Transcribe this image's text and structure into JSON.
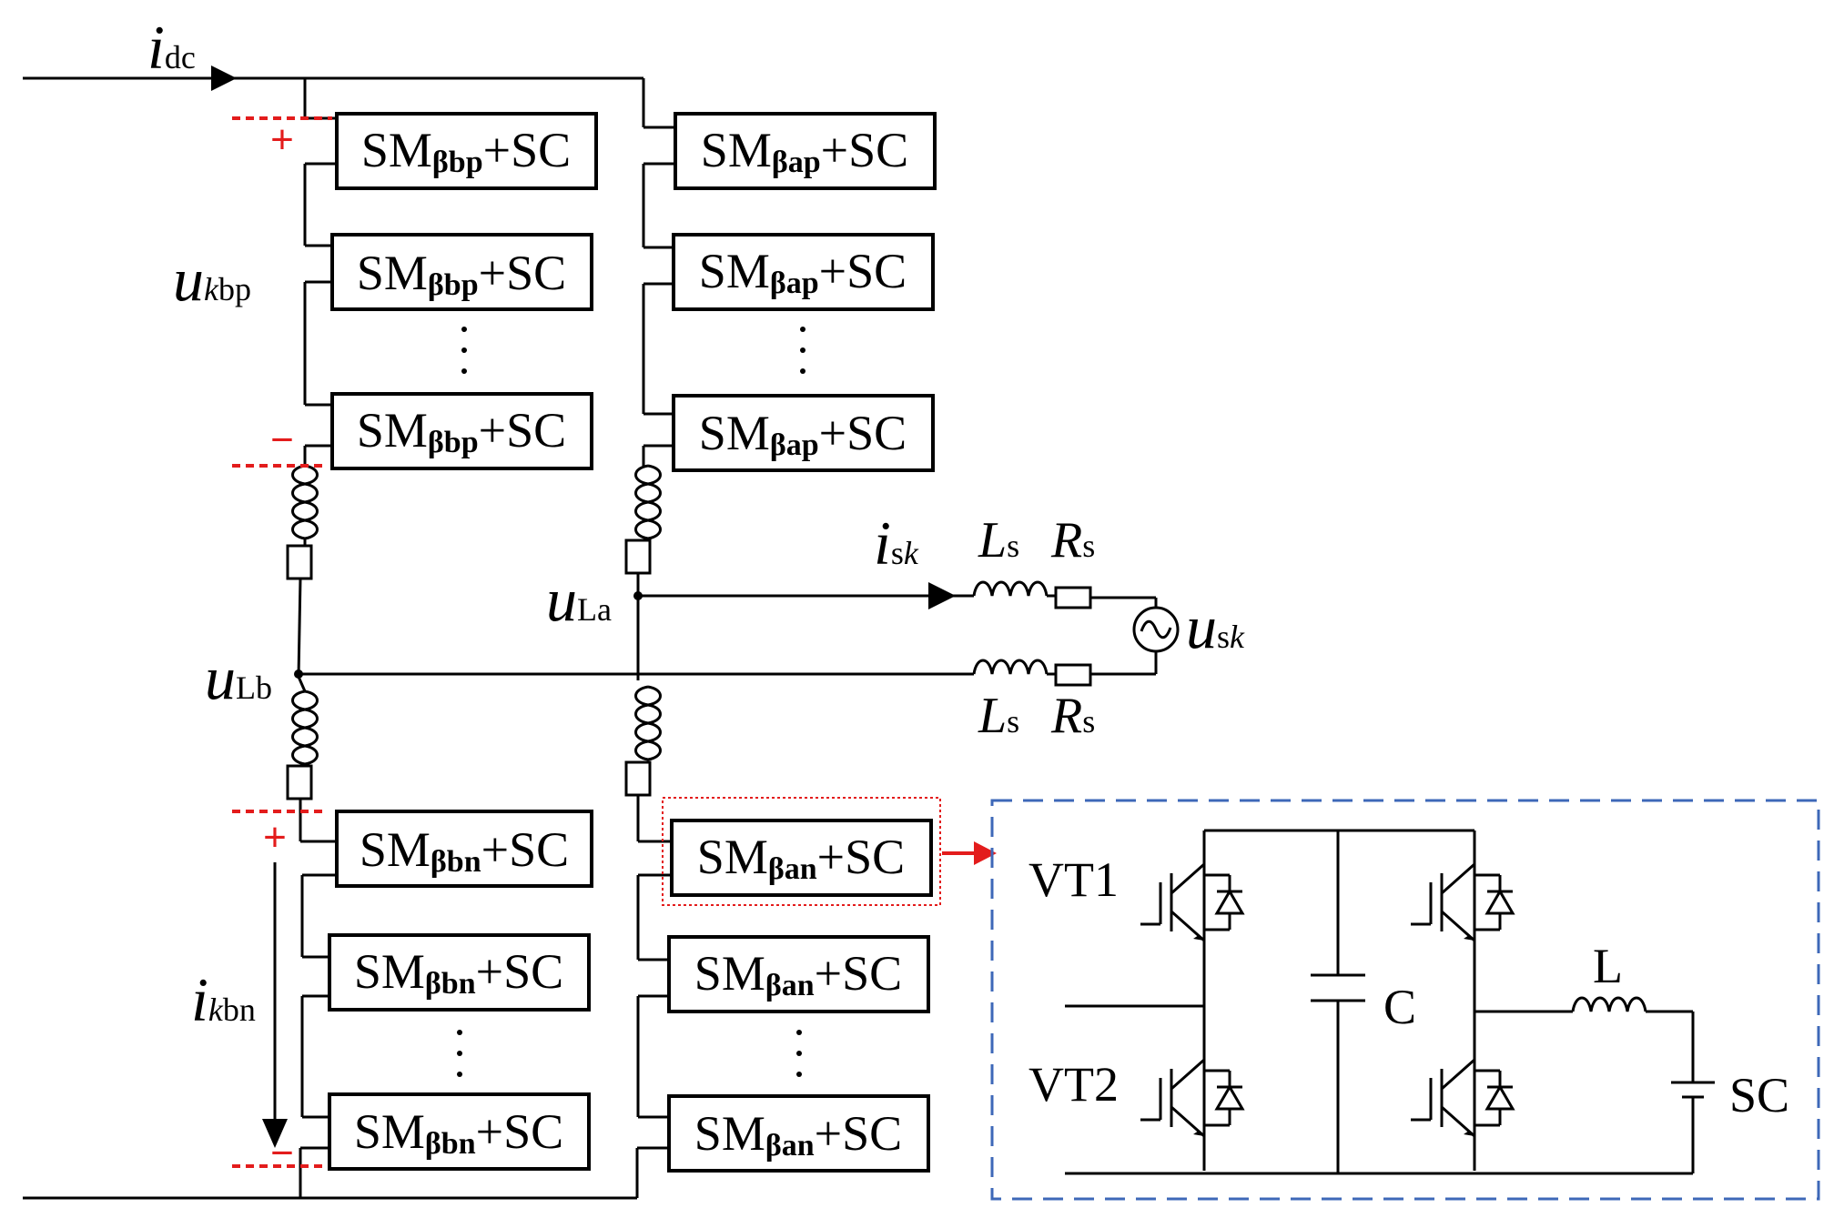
{
  "idc": {
    "main": "i",
    "sub": "dc"
  },
  "ukbp": {
    "main": "u",
    "sub1": "k",
    "sub2": "bp"
  },
  "ikbn": {
    "main": "i",
    "sub1": "k",
    "sub2": "bn"
  },
  "uLa": {
    "main": "u",
    "sub": "La"
  },
  "uLb": {
    "main": "u",
    "sub": "Lb"
  },
  "isk": {
    "main": "i",
    "sub1": "s",
    "sub2": "k"
  },
  "usk": {
    "main": "u",
    "sub1": "s",
    "sub2": "k"
  },
  "Ls": {
    "main": "L",
    "sub": "s"
  },
  "Rs": {
    "main": "R",
    "sub": "s"
  },
  "modules": {
    "bp": {
      "pre": "SM",
      "sub": "βbp",
      "post": "+SC"
    },
    "ap": {
      "pre": "SM",
      "sub": "βap",
      "post": "+SC"
    },
    "bn": {
      "pre": "SM",
      "sub": "βbn",
      "post": "+SC"
    },
    "an": {
      "pre": "SM",
      "sub": "βan",
      "post": "+SC"
    }
  },
  "polarity": {
    "plus": "+",
    "minus": "−"
  },
  "detail": {
    "vt1": "VT1",
    "vt2": "VT2",
    "cap": "C",
    "ind": "L",
    "sc": "SC"
  },
  "colors": {
    "highlight": "#e31c1c",
    "detail_border": "#3e68b8"
  }
}
